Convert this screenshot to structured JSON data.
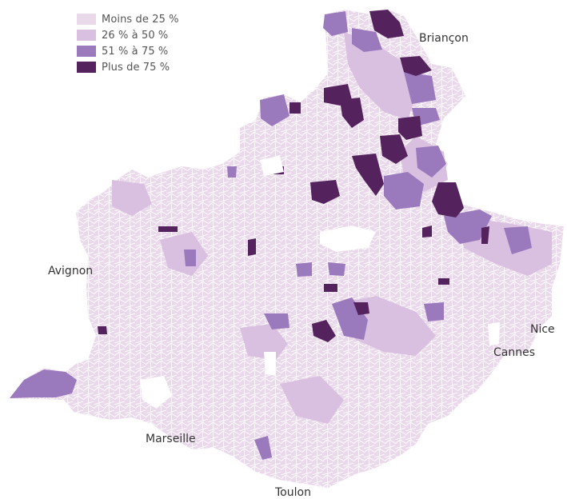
{
  "legend": {
    "items": [
      {
        "label": "Moins de 25 %",
        "color": "#ead9ea"
      },
      {
        "label": "26 % à 50 %",
        "color": "#d9bfe0"
      },
      {
        "label": "51 % à 75 %",
        "color": "#9b79bd"
      },
      {
        "label": "Plus de 75 %",
        "color": "#54225c"
      }
    ]
  },
  "cities": {
    "briancon": "Briançon",
    "avignon": "Avignon",
    "nice": "Nice",
    "cannes": "Cannes",
    "marseille": "Marseille",
    "toulon": "Toulon"
  }
}
